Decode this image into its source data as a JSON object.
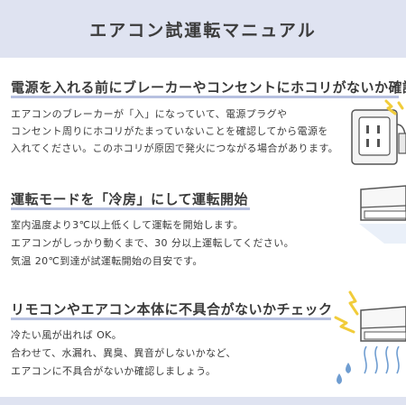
{
  "title": "エアコン試運転マニュアル",
  "sections": [
    {
      "heading": "電源を入れる前にブレーカーやコンセントにホコリがないか確認",
      "lines": [
        "エアコンのブレーカーが「入」になっていて、電源プラグや",
        "コンセント周りにホコリがたまっていないことを確認してから電源を",
        "入れてください。このホコリが原因で発火につながる場合があります。"
      ]
    },
    {
      "heading": "運転モードを「冷房」にして運転開始",
      "lines": [
        "室内温度より3℃以上低くして運転を開始します。",
        "エアコンがしっかり動くまで、30 分以上運転してください。",
        "気温 20℃到達が試運転開始の目安です。"
      ]
    },
    {
      "heading": "リモコンやエアコン本体に不具合がないかチェック",
      "lines": [
        "冷たい風が出れば OK。",
        "合わせて、水漏れ、異臭、異音がしないかなど、",
        "エアコンに不具合がないか確認しましょう。"
      ]
    }
  ],
  "colors": {
    "accent": "#dfe3f1",
    "underline": "#b7c1e0",
    "highlight": "#f1cc3a",
    "water": "#6f9dd1"
  },
  "icons": [
    "outlet-icon",
    "air-conditioner-icon",
    "broken-air-conditioner-icon"
  ]
}
